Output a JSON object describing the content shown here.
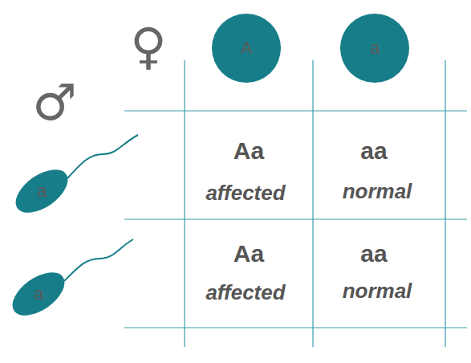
{
  "diagram": {
    "nodes": [
      {
        "text": [
          "A"
        ]
      },
      {
        "text": [
          "a"
        ]
      },
      {
        "text": [
          "a"
        ]
      },
      {
        "text": [
          "a"
        ]
      }
    ],
    "labels": [
      "♀",
      "♂",
      "Aa",
      "affected",
      "aa",
      "normal",
      "Aa",
      "affected",
      "aa",
      "normal"
    ]
  }
}
